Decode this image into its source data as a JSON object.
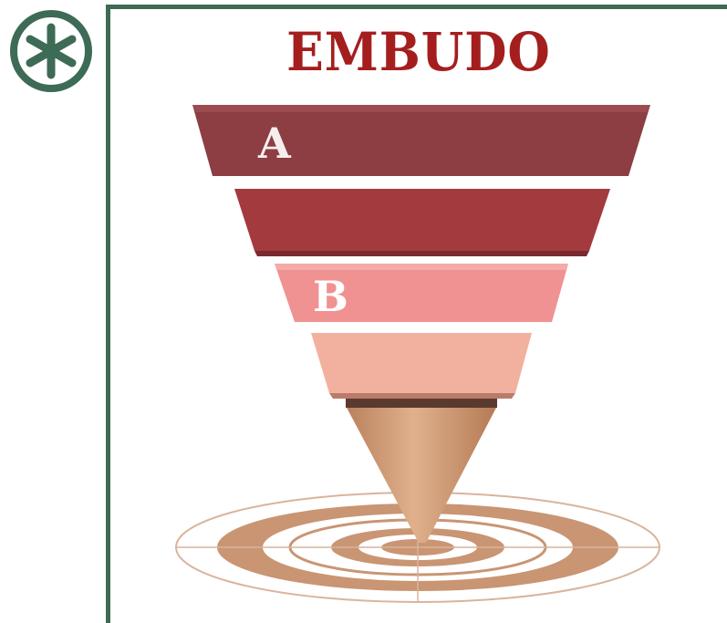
{
  "title": "EMBUDO",
  "funnel": {
    "levels": [
      {
        "label": "A",
        "color": "#8c3e43"
      },
      {
        "label": "",
        "color": "#a33a3e"
      },
      {
        "label": "B",
        "color": "#f09292"
      },
      {
        "label": "",
        "color": "#f2b19e"
      },
      {
        "label": "",
        "color": "#d6a07f"
      }
    ]
  },
  "colors": {
    "frame": "#3e6b55",
    "title": "#a51e1e",
    "target": "#c99573"
  },
  "icons": {
    "badge": "asterisk-circle-icon"
  }
}
